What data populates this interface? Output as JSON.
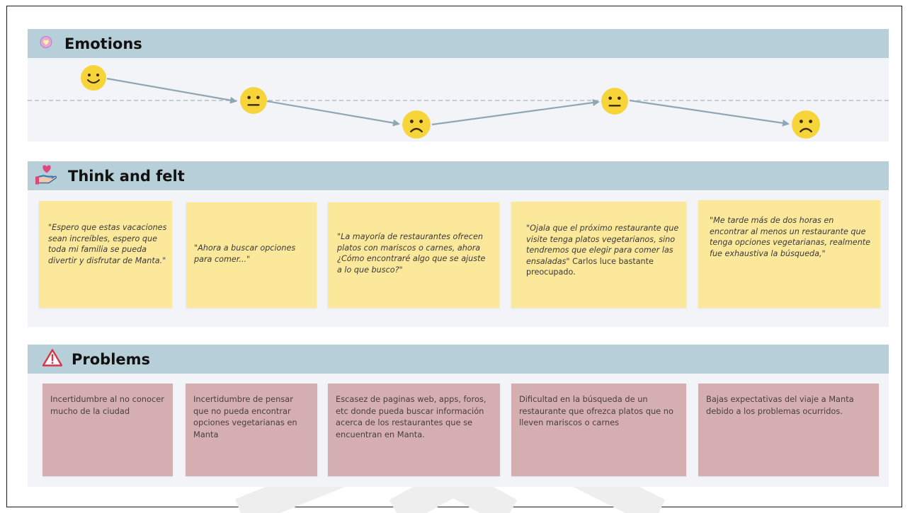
{
  "sections": {
    "emotions": {
      "title": "Emotions"
    },
    "think": {
      "title": "Think and felt"
    },
    "problems": {
      "title": "Problems"
    }
  },
  "emotions": [
    "happy",
    "neutral",
    "sad",
    "neutral",
    "sad"
  ],
  "thoughts": [
    {
      "quote": "Espero que estas vacaciones sean increíbles, espero que toda mi familia se pueda divertir y disfrutar de Manta.",
      "extra": ""
    },
    {
      "quote": "Ahora a buscar opciones para comer...",
      "extra": ""
    },
    {
      "quote": "La mayoría de restaurantes ofrecen platos con mariscos o carnes, ahora ¿Cómo encontraré algo que se ajuste a lo que busco?",
      "extra": ""
    },
    {
      "quote": "Ojala que el próximo restaurante que visite tenga platos vegetarianos, sino tendremos que elegir para comer las ensaladas",
      "extra": "Carlos luce bastante preocupado."
    },
    {
      "quote": "Me tarde más de dos horas en encontrar al menos un restaurante que tenga opciones vegetarianas, realmente fue exhaustiva la búsqueda,",
      "extra": ""
    }
  ],
  "problems": [
    "Incertidumbre al no conocer mucho de la ciudad",
    "Incertidumbre de pensar que no pueda encontrar opciones vegetarianas en Manta",
    "Escasez de paginas web, apps, foros, etc donde pueda buscar información acerca de los restaurantes que se encuentran en Manta.",
    "Dificultad en la búsqueda de un restaurante que ofrezca platos que no lleven mariscos o carnes",
    "Bajas expectativas del viaje a Manta debido a los problemas ocurridos."
  ],
  "colors": {
    "header": "#b7cfd8",
    "sticky_yellow": "#fce89a",
    "sticky_rose": "#d4aeb1",
    "emoji": "#f7d43a"
  }
}
